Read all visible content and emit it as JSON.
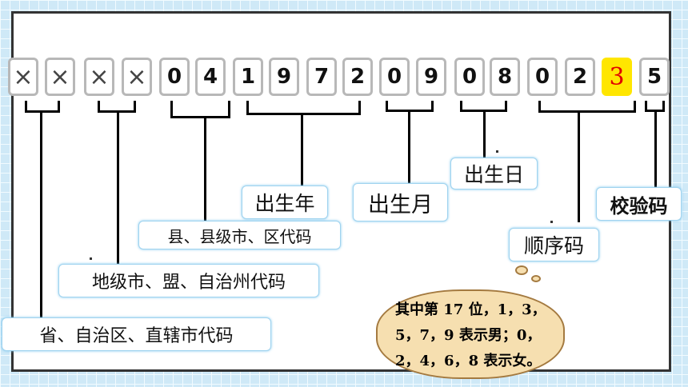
{
  "id_digits": [
    "×",
    "×",
    "×",
    "×",
    "0",
    "4",
    "1",
    "9",
    "7",
    "2",
    "0",
    "9",
    "0",
    "8",
    "0",
    "2",
    "3",
    "5"
  ],
  "highlight_index": 16,
  "labels": {
    "province": "省、自治区、直辖市代码",
    "prefecture": "地级市、盟、自治州代码",
    "county": "县、县级市、区代码",
    "birth_year": "出生年",
    "birth_month": "出生月",
    "birth_day": "出生日",
    "sequence": "顺序码",
    "check": "校验码"
  },
  "note_lines": [
    "其中第 17 位，1，3，",
    "5，7，9 表示男；0，",
    "2，4，6，8 表示女。"
  ],
  "colors": {
    "highlight_bg": "#ffe600",
    "highlight_text": "#e00000",
    "cloud_fill": "#f6dfb0",
    "label_border": "#9fd3ef"
  }
}
